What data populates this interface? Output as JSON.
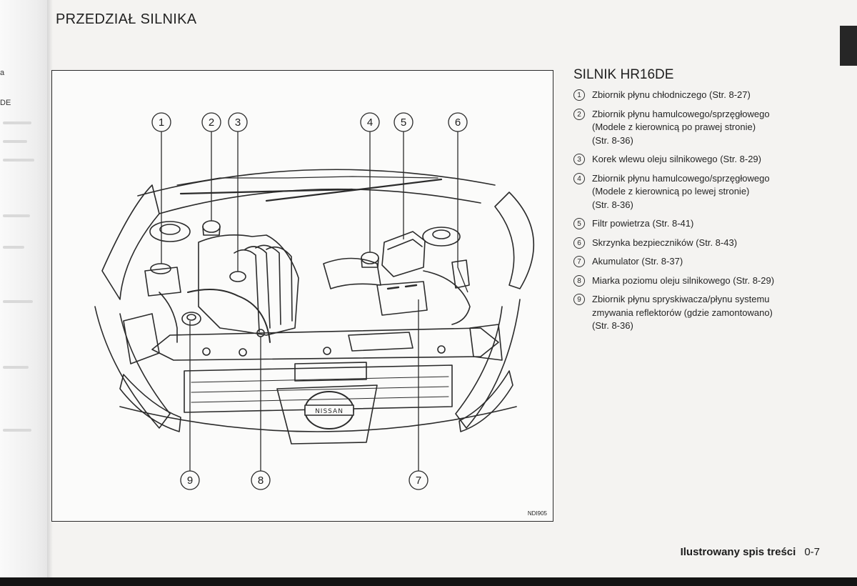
{
  "page": {
    "title": "PRZEDZIAŁ SILNIKA",
    "figure_code": "NDI905"
  },
  "left_page_fragments": [
    "a",
    "DE"
  ],
  "callouts": [
    "1",
    "2",
    "3",
    "4",
    "5",
    "6",
    "7",
    "8",
    "9"
  ],
  "section": {
    "heading": "SILNIK HR16DE",
    "items": [
      {
        "num": "1",
        "text": "Zbiornik płynu chłodniczego (Str. 8-27)"
      },
      {
        "num": "2",
        "text": "Zbiornik płynu hamulcowego/sprzęgłowego\n(Modele z kierownicą po prawej stronie)\n(Str. 8-36)"
      },
      {
        "num": "3",
        "text": "Korek wlewu oleju silnikowego (Str. 8-29)"
      },
      {
        "num": "4",
        "text": "Zbiornik płynu hamulcowego/sprzęgłowego\n(Modele z kierownicą po lewej stronie)\n(Str. 8-36)"
      },
      {
        "num": "5",
        "text": "Filtr powietrza (Str. 8-41)"
      },
      {
        "num": "6",
        "text": "Skrzynka bezpieczników (Str. 8-43)"
      },
      {
        "num": "7",
        "text": "Akumulator (Str. 8-37)"
      },
      {
        "num": "8",
        "text": "Miarka poziomu oleju silnikowego (Str. 8-29)"
      },
      {
        "num": "9",
        "text": "Zbiornik płynu spryskiwacza/płynu systemu\nzmywania reflektorów (gdzie zamontowano)\n(Str. 8-36)"
      }
    ]
  },
  "footer": {
    "section_name": "Ilustrowany spis treści",
    "page_number": "0-7"
  }
}
